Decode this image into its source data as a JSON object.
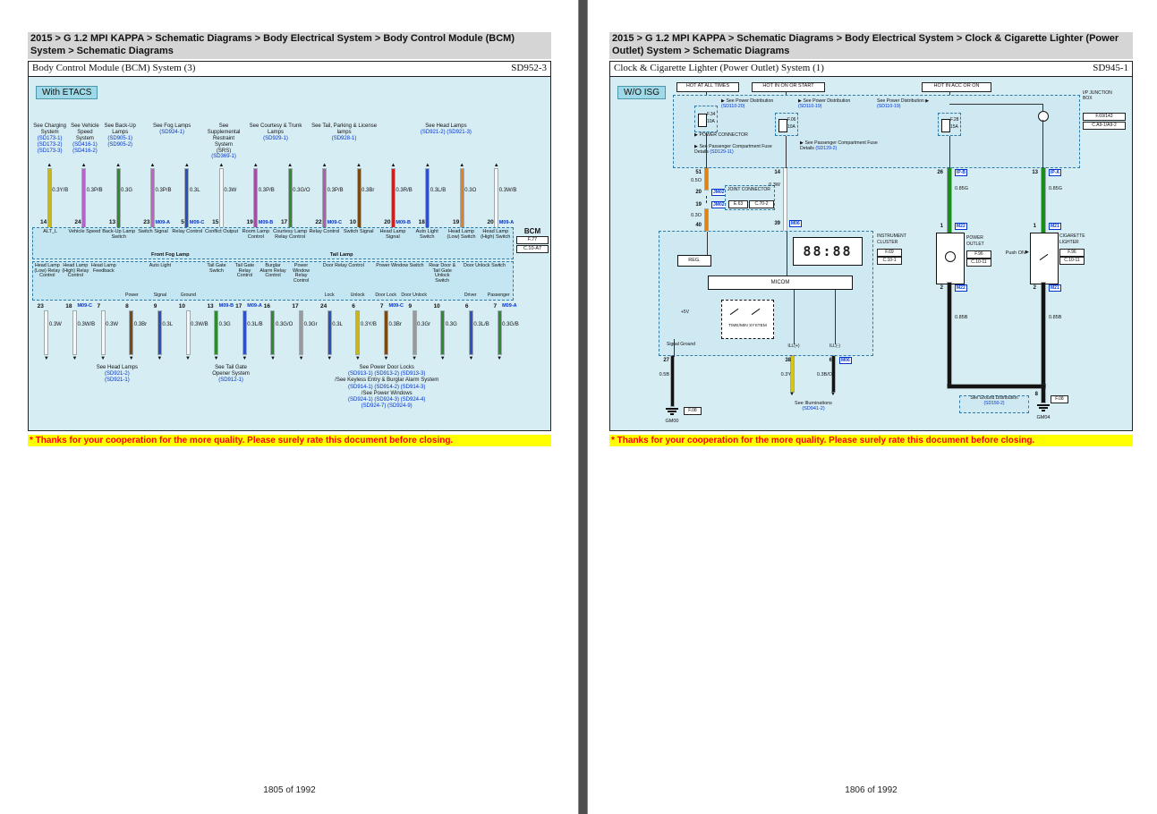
{
  "notice": "* Thanks for your cooperation for the more quality. Please surely rate this document before closing.",
  "colors": {
    "orange": "#e08214",
    "green": "#169016",
    "black": "#141414",
    "yellow": "#d6c51d",
    "white": "#f7f7f7",
    "ref_blue": "#0033cc",
    "diagram_bg": "#d7edf4",
    "notice_bg": "#ffff00",
    "notice_text": "#ff0000"
  },
  "left": {
    "breadcrumb": "2015 > G 1.2 MPI KAPPA > Schematic Diagrams > Body Electrical System > Body Control Module (BCM) System > Schematic Diagrams",
    "sheet_title": "Body Control Module (BCM) System (3)",
    "sheet_code": "SD952-3",
    "variant_label": "With ETACS",
    "page_number": "1805 of 1992",
    "top_refs": [
      {
        "label": "See Charging System",
        "refs": "(SD173-1) (SD173-2) (SD173-3)",
        "span": 1
      },
      {
        "label": "See Vehicle Speed System",
        "refs": "(SD416-1) (SD416-2)",
        "span": 1
      },
      {
        "label": "See Back-Up Lamps",
        "refs": "(SD905-1) (SD905-2)",
        "span": 1
      },
      {
        "label": "See Fog Lamps",
        "refs": "(SD924-1)",
        "span": 2
      },
      {
        "label": "See Supplemental Restraint System (SRS)",
        "refs": "(SD369-1)",
        "span": 1
      },
      {
        "label": "See Courtesy & Trunk Lamps",
        "refs": "(SD929-1)",
        "span": 2
      },
      {
        "label": "See Tail, Parking & License lamps",
        "refs": "(SD928-1)",
        "span": 2
      },
      {
        "label": "See Head Lamps",
        "refs": "(SD921-2) (SD921-3)",
        "span": 4
      }
    ],
    "top_wires": [
      {
        "pin": "14",
        "conn": "",
        "color_label": "0.3Y/B",
        "color": "#c7b71c"
      },
      {
        "pin": "24",
        "conn": "",
        "color_label": "0.3P/B",
        "color": "#b565c9"
      },
      {
        "pin": "13",
        "conn": "",
        "color_label": "0.3G",
        "color": "#2e8b2e"
      },
      {
        "pin": "23",
        "conn": "M09-A",
        "color_label": "0.3P/B",
        "color": "#c75fc7"
      },
      {
        "pin": "5",
        "conn": "M09-C",
        "color_label": "0.3L",
        "color": "#2a52be"
      },
      {
        "pin": "15",
        "conn": "",
        "color_label": "0.3W",
        "color": "#f7f7f7"
      },
      {
        "pin": "19",
        "conn": "M09-B",
        "color_label": "0.3P/B",
        "color": "#a34fa3"
      },
      {
        "pin": "17",
        "conn": "",
        "color_label": "0.3G/O",
        "color": "#2e8b2e"
      },
      {
        "pin": "22",
        "conn": "M09-C",
        "color_label": "0.3P/B",
        "color": "#b05bb0"
      },
      {
        "pin": "10",
        "conn": "",
        "color_label": "0.3Br",
        "color": "#7b4a12"
      },
      {
        "pin": "20",
        "conn": "M09-B",
        "color_label": "0.3R/B",
        "color": "#cc2020"
      },
      {
        "pin": "18",
        "conn": "",
        "color_label": "0.3L/B",
        "color": "#3050c8"
      },
      {
        "pin": "19",
        "conn": "",
        "color_label": "0.3O",
        "color": "#e67e22"
      },
      {
        "pin": "20",
        "conn": "M09-A",
        "color_label": "0.3W/B",
        "color": "#f7f7f7"
      }
    ],
    "band1": {
      "signals": [
        "ALT_L",
        "Vehicle Speed",
        "Back-Up Lamp Switch",
        "Switch Signal",
        "Relay Control",
        "Conflict Output",
        "Room Lamp Control",
        "Courtesy Lamp Relay Control",
        "Relay Control",
        "Switch Signal",
        "Head Lamp Signal",
        "Auto Light Switch",
        "Head Lamp (Low) Switch",
        "Head Lamp (High) Switch"
      ],
      "group_labels": [
        "Front Fog Lamp",
        "Tail Lamp"
      ]
    },
    "component": {
      "name": "BCM",
      "ref1": "F.77",
      "ref2": "C.10-A7"
    },
    "band2": {
      "groups": [
        {
          "label": "Head Lamp (Low) Relay Control",
          "subs": [],
          "span": 1
        },
        {
          "label": "Head Lamp (High) Relay Control",
          "subs": [],
          "span": 1
        },
        {
          "label": "Head Lamp Feedback",
          "subs": [],
          "span": 1
        },
        {
          "label": "Auto Light",
          "subs": [
            "Power",
            "Signal",
            "Ground"
          ],
          "span": 3
        },
        {
          "label": "Tail Gate Switch",
          "subs": [],
          "span": 1
        },
        {
          "label": "Tail Gate Relay Control",
          "subs": [],
          "span": 1
        },
        {
          "label": "Burglar Alarm Relay Control",
          "subs": [],
          "span": 1
        },
        {
          "label": "Power Window Relay Control",
          "subs": [],
          "span": 1
        },
        {
          "label": "Door Relay Control",
          "subs": [
            "Lock",
            "Unlock"
          ],
          "span": 2
        },
        {
          "label": "Power Window Switch",
          "subs": [
            "Door Lock",
            "Door Unlock"
          ],
          "span": 2
        },
        {
          "label": "Rear Door & Tail Gate Unlock Switch",
          "subs": [],
          "span": 1
        },
        {
          "label": "Door Unlock Switch",
          "subs": [
            "Driver",
            "Passenger"
          ],
          "span": 2
        }
      ]
    },
    "bottom_wires": [
      {
        "pin": "23",
        "conn": "",
        "color_label": "0.3W",
        "color": "#f7f7f7"
      },
      {
        "pin": "18",
        "conn": "M09-C",
        "color_label": "0.3W/B",
        "color": "#f7f7f7"
      },
      {
        "pin": "7",
        "conn": "",
        "color_label": "0.3W",
        "color": "#f7f7f7"
      },
      {
        "pin": "8",
        "conn": "",
        "color_label": "0.3Br",
        "color": "#7b4a12"
      },
      {
        "pin": "9",
        "conn": "",
        "color_label": "0.3L",
        "color": "#2a52be"
      },
      {
        "pin": "10",
        "conn": "",
        "color_label": "0.3W/B",
        "color": "#f7f7f7"
      },
      {
        "pin": "13",
        "conn": "M09-B",
        "color_label": "0.3G",
        "color": "#2e8b2e"
      },
      {
        "pin": "17",
        "conn": "M09-A",
        "color_label": "0.3L/B",
        "color": "#3050c8"
      },
      {
        "pin": "16",
        "conn": "",
        "color_label": "0.3G/O",
        "color": "#2e8b2e"
      },
      {
        "pin": "17",
        "conn": "",
        "color_label": "0.3Gr",
        "color": "#9a9a9a"
      },
      {
        "pin": "24",
        "conn": "",
        "color_label": "0.3L",
        "color": "#2a52be"
      },
      {
        "pin": "6",
        "conn": "",
        "color_label": "0.3Y/B",
        "color": "#c7b71c"
      },
      {
        "pin": "7",
        "conn": "M09-C",
        "color_label": "0.3Br",
        "color": "#7b4a12"
      },
      {
        "pin": "9",
        "conn": "",
        "color_label": "0.3Gr",
        "color": "#9a9a9a"
      },
      {
        "pin": "10",
        "conn": "",
        "color_label": "0.3G",
        "color": "#2e8b2e"
      },
      {
        "pin": "6",
        "conn": "",
        "color_label": "0.3L/B",
        "color": "#3050c8"
      },
      {
        "pin": "7",
        "conn": "M09-A",
        "color_label": "0.3G/B",
        "color": "#2e8b2e"
      }
    ],
    "bottom_refs": [
      {
        "span": 6,
        "lines": [
          {
            "t": "See Head Lamps",
            "c": "k"
          },
          {
            "t": "(SD921-2)",
            "c": "b"
          },
          {
            "t": "(SD921-1)",
            "c": "b"
          }
        ]
      },
      {
        "span": 2,
        "lines": [
          {
            "t": "See Tail Gate",
            "c": "k"
          },
          {
            "t": "Opener System",
            "c": "k"
          },
          {
            "t": "(SD912-1)",
            "c": "b"
          }
        ]
      },
      {
        "span": 9,
        "lines": [
          {
            "t": "See Power Door Locks",
            "c": "k"
          },
          {
            "t": "(SD913-1)  (SD913-2)  (SD913-3)",
            "c": "b"
          },
          {
            "t": "/See Keyless Entry & Burglar Alarm System",
            "c": "k"
          },
          {
            "t": "(SD914-1)  (SD914-2)  (SD914-3)",
            "c": "b"
          },
          {
            "t": "/See Power Windows",
            "c": "k"
          },
          {
            "t": "(SD924-1)  (SD924-3)  (SD924-4)",
            "c": "b"
          },
          {
            "t": "(SD924-7)  (SD924-9)",
            "c": "b"
          }
        ]
      }
    ]
  },
  "right": {
    "breadcrumb": "2015 > G 1.2 MPI KAPPA > Schematic Diagrams > Body Electrical System > Clock & Cigarette Lighter (Power Outlet) System > Schematic Diagrams",
    "sheet_title": "Clock & Cigarette Lighter (Power Outlet) System (1)",
    "sheet_code": "SD945-1",
    "variant_label": "W/O ISG",
    "page_number": "1806 of 1992",
    "hot1": "HOT AT ALL TIMES",
    "hot2": "HOT IN ON OR START",
    "hot3": "HOT IN ACC OR ON",
    "pd1": {
      "label": "See Power Distribution",
      "sd": "(SD110-20)"
    },
    "pd2": {
      "label": "See Power Distribution",
      "sd": "(SD110-19)"
    },
    "pd3": {
      "label": "See Power Distribution",
      "sd": "(SD110-19)"
    },
    "power_connector": "POWER CONNECTOR",
    "pc1": {
      "label": "See Passenger Compartment Fuse Details",
      "sd": "(SD129-11)"
    },
    "pc2": {
      "label": "See Passenger Compartment Fuse Details",
      "sd": "(SD129-2)"
    },
    "fuse1": {
      "name": "F.34",
      "rating": "10A"
    },
    "fuse2": {
      "name": "F.06",
      "rating": "10A"
    },
    "fuse3": {
      "name": "F.28",
      "rating": "15A"
    },
    "junction_box": {
      "label": "I/P JUNCTION BOX",
      "ref1": "F.69/143",
      "ref2": "C.A9-1/A9-2"
    },
    "wA": {
      "pin_top": "51",
      "color1": "0.5O",
      "jm1_pin": "20",
      "jm1": "JM02",
      "jm2_pin": "19",
      "jm2": "JM02",
      "color2": "0.3O",
      "pin_bot": "40"
    },
    "joint_connector": {
      "label": "JOINT CONNECTOR",
      "ref1": "E.63",
      "ref2": "C.70-2"
    },
    "wB": {
      "pin_top": "14",
      "color": "0.3W",
      "pin_bot": "39",
      "conn_bot": "M06"
    },
    "cluster": {
      "label1": "INSTRUMENT",
      "label2": "CLUSTER",
      "ref1": "F.69",
      "ref2": "C.10-1",
      "display": "88:88",
      "reg": "REG.",
      "micom": "MICOM",
      "timemin": "TIME/MIN SYSTEM",
      "v5": "+5V",
      "signal_ground": "Signal Ground",
      "ill_plus": "ILL(+)",
      "ill_minus": "ILL(-)"
    },
    "sg": {
      "pin": "27",
      "color": "0.5B",
      "ground": "GM00",
      "ref": "F.08"
    },
    "illp": {
      "pin": "38",
      "color": "0.3Y"
    },
    "illm": {
      "pin": "6",
      "conn": "M06",
      "color": "0.3B/O"
    },
    "illum_ref": {
      "label": "See Illuminations",
      "sd": "(SD941-2)"
    },
    "outlet": {
      "pin_top": "26",
      "conn_top": "IP-B",
      "color_top": "0.85G",
      "pin1": "1",
      "conn1": "M22",
      "label1": "POWER",
      "label2": "OUTLET",
      "ref1": "F.96",
      "ref2": "C.10-11",
      "pin2": "2",
      "conn2": "M22",
      "color_bot": "0.85B"
    },
    "lighter": {
      "pin_top": "13",
      "conn_top": "IP-A",
      "color_top": "0.85G",
      "push": "Push ON",
      "pin1": "1",
      "conn1": "M21",
      "label1": "CIGARETTE",
      "label2": "LIGHTER",
      "ref1": "F.96",
      "ref2": "C.10-11",
      "pin2": "2",
      "conn2": "M21",
      "color_bot": "0.85B"
    },
    "gnd2": {
      "pin": "8",
      "ground": "GM04",
      "ref": "F.08"
    },
    "ground_dist": {
      "label": "See Ground Distribution",
      "sd": "(SD150-2)"
    }
  }
}
